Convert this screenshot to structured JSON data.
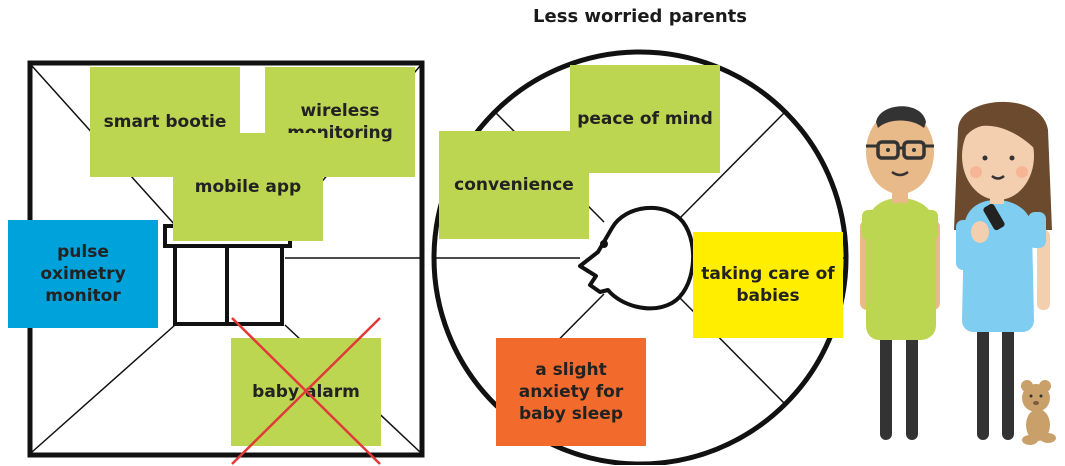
{
  "title": "Less worried parents",
  "notes": {
    "smart_bootie": "smart bootie",
    "wireless_monitoring": "wireless monitoring",
    "mobile_app": "mobile app",
    "pulse_oximetry": "pulse oximetry monitor",
    "baby_alarm": "baby alarm",
    "peace_of_mind": "peace of mind",
    "convenience": "convenience",
    "taking_care": "taking care of babies",
    "slight_anxiety": "a slight anxiety for baby sleep"
  },
  "colors": {
    "green": "#bdd652",
    "blue": "#00a2dc",
    "yellow": "#ffee00",
    "orange": "#f26b2d",
    "cross": "#e03a3a"
  },
  "icons": {
    "cross_out": "x-mark-icon",
    "parents": "parents-illustration",
    "teddy": "teddy-bear-icon",
    "head": "head-profile-icon"
  }
}
